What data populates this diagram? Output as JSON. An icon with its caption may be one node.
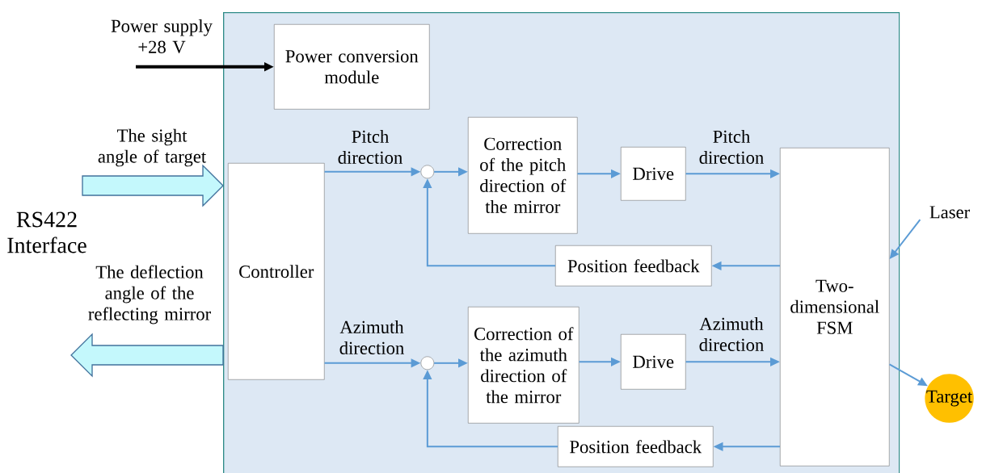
{
  "diagram": {
    "nodes": [
      {
        "text": [],
        "shape": "box"
      },
      {
        "text": [
          "Power conversion module"
        ],
        "in": 0
      },
      {
        "text": [
          "Controller"
        ],
        "in": 0
      },
      {
        "text": [],
        "shape": "circle",
        "in": 0
      },
      {
        "text": [
          "Correction of the pitch direction of the mirror"
        ],
        "in": 0
      },
      {
        "text": [
          "Drive"
        ],
        "in": 0
      },
      {
        "text": [
          "Two-dimensional FSM"
        ],
        "in": 0
      },
      {
        "text": [
          "Position feedback"
        ],
        "in": 0
      },
      {
        "text": [],
        "shape": "circle",
        "in": 0
      },
      {
        "text": [
          "Correction of the azimuth direction of the mirror"
        ],
        "in": 0
      },
      {
        "text": [
          "Drive"
        ],
        "in": 0
      },
      {
        "text": [
          "Position feedback"
        ],
        "in": 0
      },
      {
        "text": [
          "Target"
        ]
      },
      {
        "text": [
          "Power supply +28 V"
        ]
      },
      {
        "text": [
          "Laser"
        ]
      }
    ],
    "edges": [
      {
        "from": 13,
        "to": 1,
        "arrow": "to",
        "style": "thick",
        "color": "#000000"
      },
      {
        "from": 2,
        "to": 3,
        "arrow": "to",
        "label": "Pitch direction"
      },
      {
        "from": 3,
        "to": 4,
        "arrow": "to"
      },
      {
        "from": 4,
        "to": 5,
        "arrow": "to"
      },
      {
        "from": 5,
        "to": 6,
        "arrow": "to",
        "label": "Pitch direction"
      },
      {
        "from": 6,
        "to": 7,
        "arrow": "to"
      },
      {
        "from": 7,
        "to": 3,
        "arrow": "to"
      },
      {
        "from": 2,
        "to": 8,
        "arrow": "to",
        "label": "Azimuth direction"
      },
      {
        "from": 8,
        "to": 9,
        "arrow": "to"
      },
      {
        "from": 9,
        "to": 10,
        "arrow": "to"
      },
      {
        "from": 10,
        "to": 6,
        "arrow": "to",
        "label": "Azimuth direction"
      },
      {
        "from": 6,
        "to": 11,
        "arrow": "to"
      },
      {
        "from": 11,
        "to": 8,
        "arrow": "to"
      },
      {
        "from": 14,
        "to": 6,
        "arrow": "to"
      },
      {
        "from": 6,
        "to": 12,
        "arrow": "to"
      },
      {
        "from": null,
        "to": 2,
        "arrow": "to",
        "style": "thick",
        "color": "#c4f8fc",
        "label": "The sight angle of target"
      },
      {
        "from": 2,
        "to": null,
        "arrow": "to",
        "style": "thick",
        "color": "#c4f8fc",
        "label": "The deflection angle of the reflecting mirror"
      }
    ],
    "labels": [
      "RS422 Interface"
    ]
  }
}
